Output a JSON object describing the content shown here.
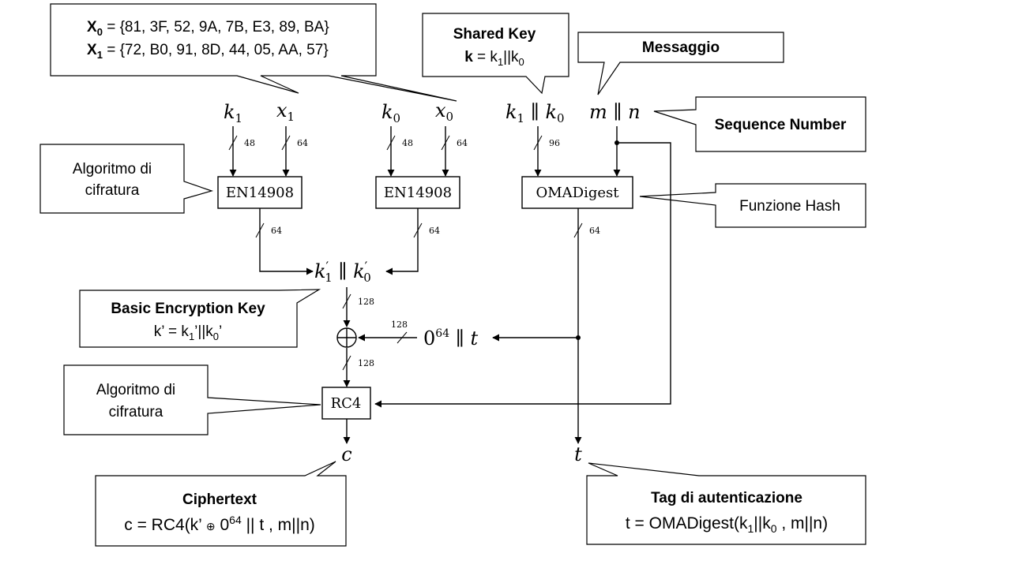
{
  "callouts": {
    "x_values": {
      "x0_sub": "0",
      "x0_values": " = {81, 3F, 52, 9A, 7B, E3, 89, BA}",
      "x1_sub": "1",
      "x1_values": " = {72, B0, 91, 8D, 44, 05, AA, 57}"
    },
    "shared_key": {
      "title": "Shared Key",
      "k_bold": "k",
      "formula_a": " = k",
      "sub1": "1",
      "formula_b": "||k",
      "sub0": "0"
    },
    "messaggio": {
      "title": "Messaggio"
    },
    "sequence_number": {
      "title": "Sequence Number"
    },
    "algoritmo_top": {
      "line1": "Algoritmo di",
      "line2": "cifratura"
    },
    "funzione_hash": {
      "title": "Funzione Hash"
    },
    "basic_key": {
      "title": "Basic Encryption Key",
      "formula_a": "k’ = k",
      "sub1": "1",
      "formula_b": "’||k",
      "sub0": "0",
      "formula_c": "’"
    },
    "algoritmo_bottom": {
      "line1": "Algoritmo di",
      "line2": "cifratura"
    },
    "ciphertext": {
      "title": "Ciphertext",
      "formula_a": "c = RC4(k’ ",
      "xor_small": "⊕",
      "formula_b": " 0",
      "sup": "64",
      "formula_c": " || t , m||n)"
    },
    "tag": {
      "title": "Tag di autenticazione",
      "formula_a": "t = OMADigest(k",
      "sub1": "1",
      "formula_b": "||k",
      "sub0": "0",
      "formula_c": " , m||n)"
    }
  },
  "diagram": {
    "inputs": {
      "k1": "k",
      "k1_sub": "1",
      "x1": "x",
      "x1_sub": "1",
      "k0": "k",
      "k0_sub": "0",
      "x0": "x",
      "x0_sub": "0",
      "k1k0_a": "k",
      "k1k0_sub1": "1",
      "k1k0_mid": " ∥ k",
      "k1k0_sub0": "0",
      "mn": "m ∥ n"
    },
    "bit_widths": {
      "k1": "48",
      "x1": "64",
      "k0": "48",
      "x0": "64",
      "shared_key": "96",
      "en1_out": "64",
      "en2_out": "64",
      "oma_out": "64",
      "key_to_xor": "128",
      "xor_to_rc4": "128",
      "pad_to_xor": "128"
    },
    "boxes": {
      "en1": "EN14908",
      "en2": "EN14908",
      "oma": "OMADigest",
      "rc4": "RC4"
    },
    "concat_key": {
      "k": "k",
      "prime1": "′",
      "sub1": "1",
      "mid": " ∥ k",
      "prime0": "′",
      "sub0": "0"
    },
    "xor_symbol": "⊕",
    "pad": {
      "base": "0",
      "sup": "64",
      "rest": " ∥ t"
    },
    "outputs": {
      "c": "c",
      "t": "t"
    }
  }
}
